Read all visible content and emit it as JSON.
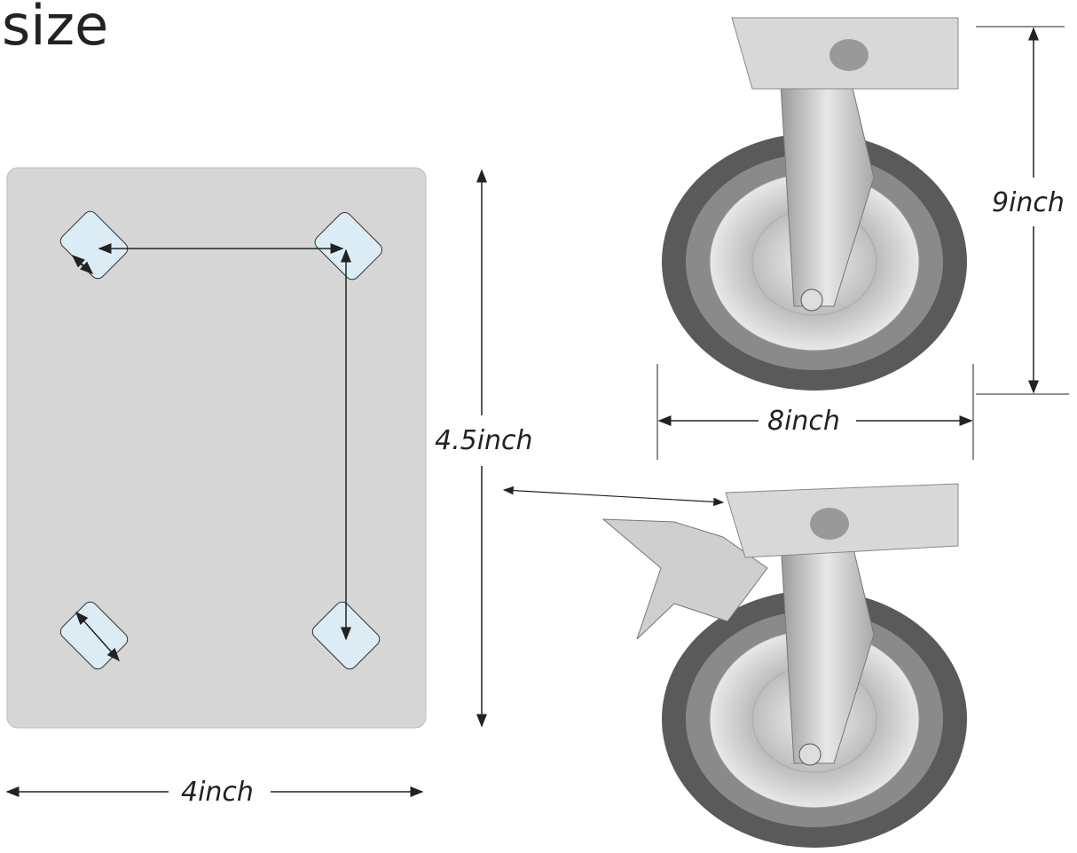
{
  "title": "size",
  "dimensions": {
    "plate_height": "4.5inch",
    "plate_width": "4inch",
    "wheel_width": "8inch",
    "total_height": "9inch"
  },
  "colors": {
    "plate": "#d6d6d6",
    "bolt_pad": "#dcecf5",
    "tire": "#5a5a5a",
    "tire_inner": "#8a8a8a",
    "metal": "#c8c8c8"
  }
}
